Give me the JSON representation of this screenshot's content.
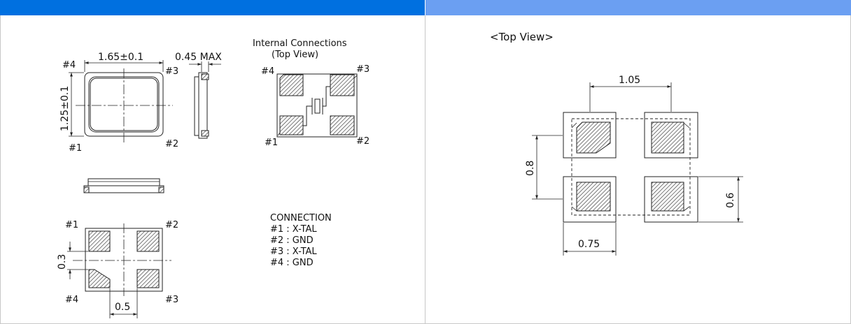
{
  "left_panel": {
    "outline": {
      "pin_top_left": "#4",
      "pin_top_right": "#3",
      "pin_bottom_left": "#1",
      "pin_bottom_right": "#2",
      "dim_width": "1.65±0.1",
      "dim_height": "1.25±0.1",
      "dim_thickness": "0.45 MAX"
    },
    "internal": {
      "title_line1": "Internal Connections",
      "title_line2": "(Top View)",
      "pin_top_left": "#4",
      "pin_top_right": "#3",
      "pin_bottom_left": "#1",
      "pin_bottom_right": "#2"
    },
    "bottom_view": {
      "pin_top_left": "#1",
      "pin_top_right": "#2",
      "pin_bottom_left": "#4",
      "pin_bottom_right": "#3",
      "dim_pad_gap": "0.3",
      "dim_pad_width": "0.5"
    },
    "connection": {
      "title": "CONNECTION",
      "lines": [
        "#1 : X-TAL",
        "#2 : GND",
        "#3 : X-TAL",
        "#4 : GND"
      ]
    }
  },
  "right_panel": {
    "title": "<Top View>",
    "dim_pitch_x": "1.05",
    "dim_pitch_y": "0.8",
    "dim_pad_height": "0.6",
    "dim_pad_width": "0.75"
  },
  "colors": {
    "header_left": "#0070e0",
    "header_right": "#6b9ff2",
    "border": "#c8c8c8"
  }
}
